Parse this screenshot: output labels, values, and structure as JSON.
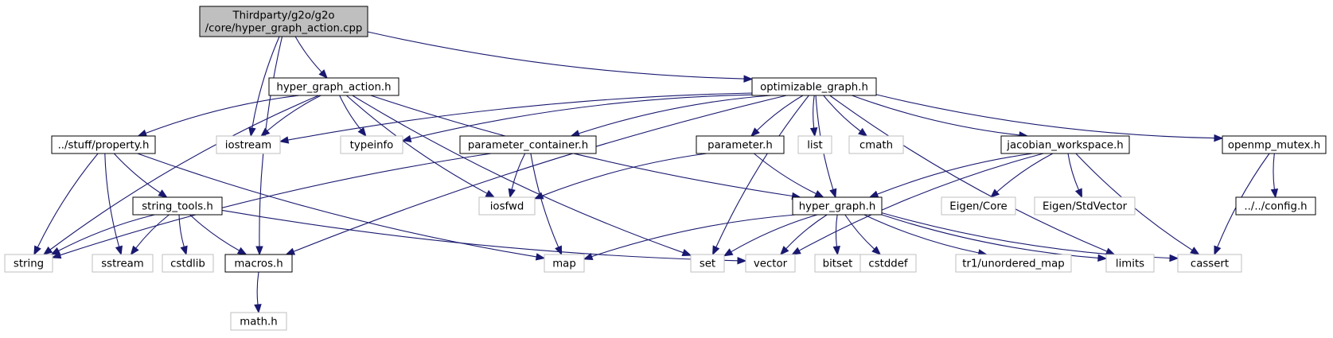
{
  "colors": {
    "edge": "#191970",
    "root_fill": "#bfbfbf",
    "project_border": "#000000",
    "system_border": "#bfbfbf",
    "system_text": "#000000",
    "background": "#ffffff"
  },
  "nodes": [
    {
      "id": "root",
      "kind": "root",
      "lines": [
        "Thirdparty/g2o/g2o",
        "/core/hyper_graph_action.cpp"
      ]
    },
    {
      "id": "hyper_graph_action_h",
      "kind": "project",
      "lines": [
        "hyper_graph_action.h"
      ]
    },
    {
      "id": "optimizable_graph_h",
      "kind": "project",
      "lines": [
        "optimizable_graph.h"
      ]
    },
    {
      "id": "property_h",
      "kind": "project",
      "lines": [
        "../stuff/property.h"
      ]
    },
    {
      "id": "iostream",
      "kind": "system",
      "lines": [
        "iostream"
      ]
    },
    {
      "id": "typeinfo",
      "kind": "system",
      "lines": [
        "typeinfo"
      ]
    },
    {
      "id": "parameter_container_h",
      "kind": "project",
      "lines": [
        "parameter_container.h"
      ]
    },
    {
      "id": "parameter_h",
      "kind": "project",
      "lines": [
        "parameter.h"
      ]
    },
    {
      "id": "list",
      "kind": "system",
      "lines": [
        "list"
      ]
    },
    {
      "id": "cmath",
      "kind": "system",
      "lines": [
        "cmath"
      ]
    },
    {
      "id": "jacobian_workspace_h",
      "kind": "project",
      "lines": [
        "jacobian_workspace.h"
      ]
    },
    {
      "id": "openmp_mutex_h",
      "kind": "project",
      "lines": [
        "openmp_mutex.h"
      ]
    },
    {
      "id": "string_tools_h",
      "kind": "project",
      "lines": [
        "string_tools.h"
      ]
    },
    {
      "id": "iosfwd",
      "kind": "system",
      "lines": [
        "iosfwd"
      ]
    },
    {
      "id": "hyper_graph_h",
      "kind": "project",
      "lines": [
        "hyper_graph.h"
      ]
    },
    {
      "id": "eigen_core",
      "kind": "system",
      "lines": [
        "Eigen/Core"
      ]
    },
    {
      "id": "eigen_stdvector",
      "kind": "system",
      "lines": [
        "Eigen/StdVector"
      ]
    },
    {
      "id": "config_h",
      "kind": "project",
      "lines": [
        "../../config.h"
      ]
    },
    {
      "id": "string",
      "kind": "system",
      "lines": [
        "string"
      ]
    },
    {
      "id": "sstream",
      "kind": "system",
      "lines": [
        "sstream"
      ]
    },
    {
      "id": "cstdlib",
      "kind": "system",
      "lines": [
        "cstdlib"
      ]
    },
    {
      "id": "macros_h",
      "kind": "project",
      "lines": [
        "macros.h"
      ]
    },
    {
      "id": "map",
      "kind": "system",
      "lines": [
        "map"
      ]
    },
    {
      "id": "set",
      "kind": "system",
      "lines": [
        "set"
      ]
    },
    {
      "id": "vector",
      "kind": "system",
      "lines": [
        "vector"
      ]
    },
    {
      "id": "bitset",
      "kind": "system",
      "lines": [
        "bitset"
      ]
    },
    {
      "id": "cstddef",
      "kind": "system",
      "lines": [
        "cstddef"
      ]
    },
    {
      "id": "tr1_unordered_map",
      "kind": "system",
      "lines": [
        "tr1/unordered_map"
      ]
    },
    {
      "id": "limits",
      "kind": "system",
      "lines": [
        "limits"
      ]
    },
    {
      "id": "cassert",
      "kind": "system",
      "lines": [
        "cassert"
      ]
    },
    {
      "id": "math_h",
      "kind": "system",
      "lines": [
        "math.h"
      ]
    }
  ],
  "edges": [
    {
      "from": "root",
      "to": "hyper_graph_action_h"
    },
    {
      "from": "root",
      "to": "optimizable_graph_h"
    },
    {
      "from": "root",
      "to": "iostream"
    },
    {
      "from": "root",
      "to": "macros_h"
    },
    {
      "from": "hyper_graph_action_h",
      "to": "property_h"
    },
    {
      "from": "hyper_graph_action_h",
      "to": "iostream"
    },
    {
      "from": "hyper_graph_action_h",
      "to": "typeinfo"
    },
    {
      "from": "hyper_graph_action_h",
      "to": "iosfwd"
    },
    {
      "from": "hyper_graph_action_h",
      "to": "string"
    },
    {
      "from": "hyper_graph_action_h",
      "to": "set"
    },
    {
      "from": "hyper_graph_action_h",
      "to": "hyper_graph_h"
    },
    {
      "from": "optimizable_graph_h",
      "to": "iostream"
    },
    {
      "from": "optimizable_graph_h",
      "to": "typeinfo"
    },
    {
      "from": "optimizable_graph_h",
      "to": "parameter_container_h"
    },
    {
      "from": "optimizable_graph_h",
      "to": "parameter_h"
    },
    {
      "from": "optimizable_graph_h",
      "to": "list"
    },
    {
      "from": "optimizable_graph_h",
      "to": "cmath"
    },
    {
      "from": "optimizable_graph_h",
      "to": "jacobian_workspace_h"
    },
    {
      "from": "optimizable_graph_h",
      "to": "openmp_mutex_h"
    },
    {
      "from": "optimizable_graph_h",
      "to": "hyper_graph_h"
    },
    {
      "from": "optimizable_graph_h",
      "to": "set"
    },
    {
      "from": "optimizable_graph_h",
      "to": "limits"
    },
    {
      "from": "optimizable_graph_h",
      "to": "macros_h"
    },
    {
      "from": "property_h",
      "to": "string_tools_h"
    },
    {
      "from": "property_h",
      "to": "string"
    },
    {
      "from": "property_h",
      "to": "sstream"
    },
    {
      "from": "property_h",
      "to": "map"
    },
    {
      "from": "string_tools_h",
      "to": "string"
    },
    {
      "from": "string_tools_h",
      "to": "sstream"
    },
    {
      "from": "string_tools_h",
      "to": "cstdlib"
    },
    {
      "from": "string_tools_h",
      "to": "macros_h"
    },
    {
      "from": "string_tools_h",
      "to": "vector"
    },
    {
      "from": "parameter_container_h",
      "to": "iosfwd"
    },
    {
      "from": "parameter_container_h",
      "to": "map"
    },
    {
      "from": "parameter_container_h",
      "to": "string"
    },
    {
      "from": "parameter_h",
      "to": "iosfwd"
    },
    {
      "from": "parameter_h",
      "to": "hyper_graph_h"
    },
    {
      "from": "jacobian_workspace_h",
      "to": "hyper_graph_h"
    },
    {
      "from": "jacobian_workspace_h",
      "to": "eigen_core"
    },
    {
      "from": "jacobian_workspace_h",
      "to": "eigen_stdvector"
    },
    {
      "from": "jacobian_workspace_h",
      "to": "vector"
    },
    {
      "from": "jacobian_workspace_h",
      "to": "cassert"
    },
    {
      "from": "openmp_mutex_h",
      "to": "config_h"
    },
    {
      "from": "openmp_mutex_h",
      "to": "cassert"
    },
    {
      "from": "hyper_graph_h",
      "to": "map"
    },
    {
      "from": "hyper_graph_h",
      "to": "set"
    },
    {
      "from": "hyper_graph_h",
      "to": "vector"
    },
    {
      "from": "hyper_graph_h",
      "to": "bitset"
    },
    {
      "from": "hyper_graph_h",
      "to": "cstddef"
    },
    {
      "from": "hyper_graph_h",
      "to": "tr1_unordered_map"
    },
    {
      "from": "hyper_graph_h",
      "to": "limits"
    },
    {
      "from": "hyper_graph_h",
      "to": "cassert"
    },
    {
      "from": "macros_h",
      "to": "math_h"
    }
  ]
}
